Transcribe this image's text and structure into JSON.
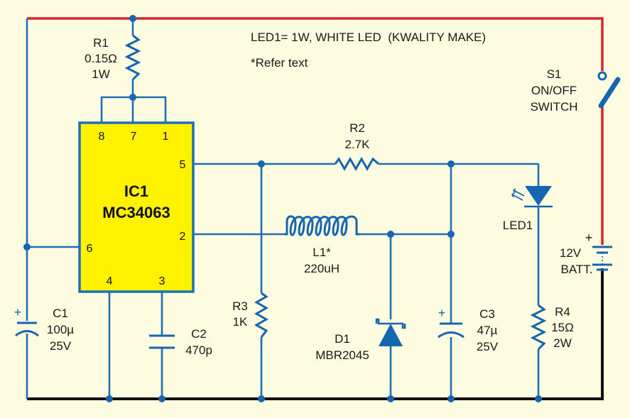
{
  "notes": {
    "line1": "LED1= 1W, WHITE LED  (KWALITY MAKE)",
    "line2": "*Refer text"
  },
  "colors": {
    "background": "#fdfbe0",
    "wire": "#1e6fb5",
    "positive_rail": "#d9232e",
    "ground_rail": "#111111",
    "ic_fill": "#fff200",
    "component": "#1565b0"
  },
  "ic": {
    "ref": "IC1",
    "part": "MC34063",
    "pins": {
      "p8": "8",
      "p7": "7",
      "p1": "1",
      "p5": "5",
      "p2": "2",
      "p6": "6",
      "p4": "4",
      "p3": "3"
    }
  },
  "components": {
    "r1": {
      "ref": "R1",
      "value": "0.15Ω",
      "rating": "1W"
    },
    "r2": {
      "ref": "R2",
      "value": "2.7K"
    },
    "r3": {
      "ref": "R3",
      "value": "1K"
    },
    "r4": {
      "ref": "R4",
      "value": "15Ω",
      "rating": "2W"
    },
    "l1": {
      "ref": "L1*",
      "value": "220uH"
    },
    "c1": {
      "ref": "C1",
      "value": "100µ",
      "rating": "25V",
      "polarity": "+"
    },
    "c2": {
      "ref": "C2",
      "value": "470p"
    },
    "c3": {
      "ref": "C3",
      "value": "47µ",
      "rating": "25V",
      "polarity": "+"
    },
    "d1": {
      "ref": "D1",
      "value": "MBR2045"
    },
    "led1": {
      "ref": "LED1"
    },
    "s1": {
      "ref": "S1",
      "line1": "ON/OFF",
      "line2": "SWITCH"
    },
    "batt": {
      "voltage": "12V",
      "label": "BATT.",
      "polarity": "+"
    }
  }
}
